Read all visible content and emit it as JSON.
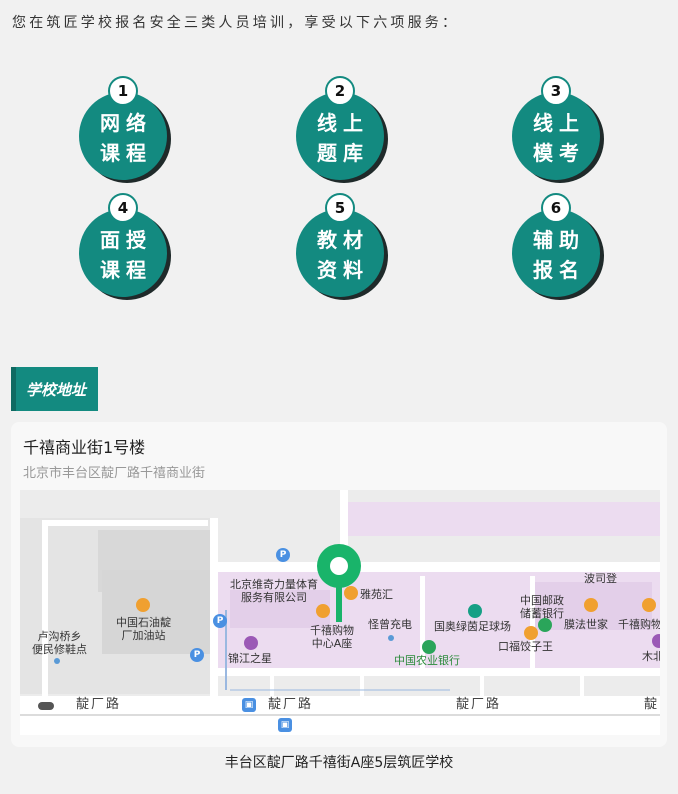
{
  "intro": "您在筑匠学校报名安全三类人员培训，享受以下六项服务：",
  "services": [
    {
      "num": "1",
      "line1": "网络",
      "line2": "课程"
    },
    {
      "num": "2",
      "line1": "线上",
      "line2": "题库"
    },
    {
      "num": "3",
      "line1": "线上",
      "line2": "模考"
    },
    {
      "num": "4",
      "line1": "面授",
      "line2": "课程"
    },
    {
      "num": "5",
      "line1": "教材",
      "line2": "资料"
    },
    {
      "num": "6",
      "line1": "辅助",
      "line2": "报名"
    }
  ],
  "address_tab": "学校地址",
  "card": {
    "title": "千禧商业街1号楼",
    "subtitle": "北京市丰台区靛厂路千禧商业街"
  },
  "map": {
    "labels": {
      "lugou": "卢沟桥乡\n便民修鞋点",
      "petrochina": "中国石油靛\n厂加油站",
      "beijing_weiqi": "北京维奇力量体育\n服务有限公司",
      "yayuanhui": "雅苑汇",
      "qianxi_mall": "千禧购物\n中心A座",
      "guaizeng": "怪曾充电",
      "guoao": "国奥绿茵足球场",
      "postal_bank": "中国邮政\n储蓄银行",
      "bosi": "波司登",
      "mofa": "膜法世家",
      "qianxi_mall2": "千禧购物",
      "muzhi": "木北",
      "jinjiang": "锦江之星",
      "abc": "中国农业银行",
      "koufu": "口福饺子王",
      "road1": "靛厂路",
      "road2": "靛厂路",
      "road3": "靛厂路",
      "road4": "靛"
    },
    "icons": {
      "parking1": "P",
      "parking2": "P",
      "parking3": "P",
      "bus1": "bus-icon",
      "bus2": "bus-icon"
    }
  },
  "caption": "丰台区靛厂路千禧街A座5层筑匠学校",
  "colors": {
    "accent": "#138a80",
    "pin": "#19b46a",
    "map_block": "#ecdcf0"
  }
}
